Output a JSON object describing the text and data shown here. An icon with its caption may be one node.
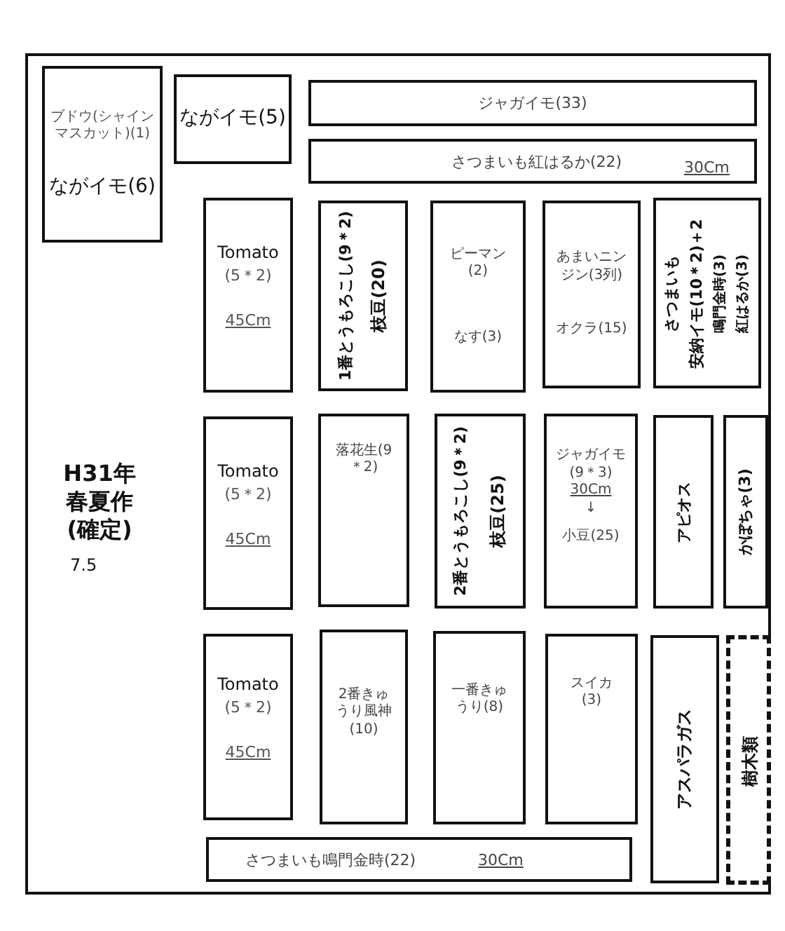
{
  "diagram": {
    "nodes": [
      {
        "text": [
          "H31年春夏作(確定)",
          "7.5"
        ]
      },
      {
        "text": [
          "ブドウ(シャインマスカット)(1)",
          "ながイモ(6)"
        ],
        "in": 0
      },
      {
        "text": [
          "ながイモ(5)"
        ],
        "in": 0
      },
      {
        "text": [
          "ジャガイモ(33)"
        ],
        "in": 0
      },
      {
        "text": [
          "さつまいも紅はるか(22)",
          "30Cm"
        ],
        "in": 0
      },
      {
        "text": [
          "Tomato",
          "(5＊2)",
          "45Cm"
        ],
        "in": 0
      },
      {
        "text": [
          "1番とうもろこし(9＊2)",
          "枝豆(20)"
        ],
        "in": 0
      },
      {
        "text": [
          "ピーマン(2)",
          "なす(3)"
        ],
        "in": 0
      },
      {
        "text": [
          "あまいニンジン(3列)",
          "オクラ(15)"
        ],
        "in": 0
      },
      {
        "text": [
          "さつまいも",
          "安納イモ(10＊2)＋2",
          "鳴門金時(3)",
          "紅はるか(3)"
        ],
        "in": 0
      },
      {
        "text": [
          "Tomato",
          "(5＊2)",
          "45Cm"
        ],
        "in": 0
      },
      {
        "text": [
          "落花生(9＊2)"
        ],
        "in": 0
      },
      {
        "text": [
          "2番とうもろこし(9＊2)",
          "枝豆(25)"
        ],
        "in": 0
      },
      {
        "text": [
          "ジャガイモ(9＊3)",
          "30Cm",
          "↓",
          "小豆(25)"
        ],
        "in": 0
      },
      {
        "text": [
          "アピオス"
        ],
        "in": 0
      },
      {
        "text": [
          "かぼちゃ(3)"
        ],
        "in": 0
      },
      {
        "text": [
          "Tomato",
          "(5＊2)",
          "45Cm"
        ],
        "in": 0
      },
      {
        "text": [
          "2番きゅうり風神(10)"
        ],
        "in": 0
      },
      {
        "text": [
          "一番きゅうり(8)"
        ],
        "in": 0
      },
      {
        "text": [
          "スイカ(3)"
        ],
        "in": 0
      },
      {
        "text": [
          "アスパラガス"
        ],
        "in": 0
      },
      {
        "text": [
          "樹木類"
        ],
        "in": 0
      },
      {
        "text": [
          "さつまいも鳴門金時(22)",
          "30Cm"
        ],
        "in": 0
      }
    ]
  }
}
